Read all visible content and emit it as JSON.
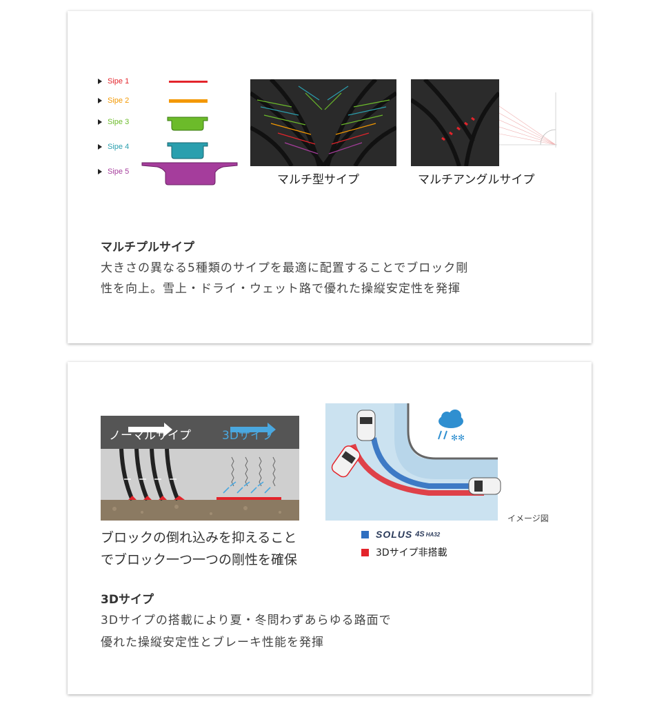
{
  "card1": {
    "legend": [
      {
        "label": "Sipe 1",
        "color": "#e3242b"
      },
      {
        "label": "Sipe 2",
        "color": "#f39800"
      },
      {
        "label": "Sipe 3",
        "color": "#6cbb2a"
      },
      {
        "label": "Sipe 4",
        "color": "#2a9fae"
      },
      {
        "label": "Sipe 5",
        "color": "#a53d9c"
      }
    ],
    "caption_multi": "マルチ型サイプ",
    "caption_angle": "マルチアングルサイプ",
    "heading": "マルチプルサイプ",
    "body": [
      "大きさの異なる5種類のサイプを最適に配置することでブロック剛",
      "性を向上。雪上・ドライ・ウェット路で優れた操縦安定性を発揮"
    ]
  },
  "card2": {
    "normal_label": "ノーマルサイプ",
    "sipe3d_label": "3Dサイプ",
    "diagram_caption": [
      "ブロックの倒れ込みを抑えること",
      "でブロック一つ一つの剛性を確保"
    ],
    "image_note": "イメージ図",
    "legend": [
      {
        "brand": "SOLUS",
        "model": "4S",
        "code": "HA32",
        "color": "#2f6fc0"
      },
      {
        "label": "3Dサイプ非搭載",
        "color": "#e3242b"
      }
    ],
    "heading": "3Dサイプ",
    "body": [
      "3Dサイプの搭載により夏・冬問わずあらゆる路面で",
      "優れた操縦安定性とブレーキ性能を発揮"
    ]
  },
  "colors": {
    "accent_blue": "#4aa8e0",
    "snow_icon": "#2f8fd0"
  }
}
